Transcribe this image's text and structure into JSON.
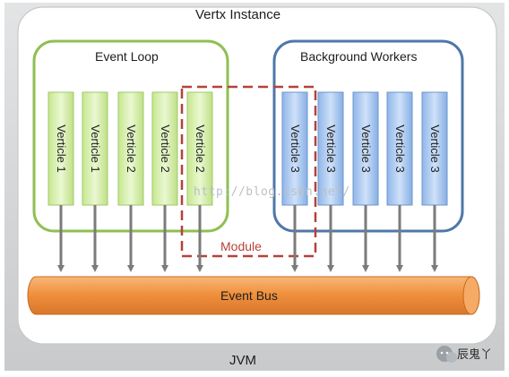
{
  "jvm_label": "JVM",
  "instance_label": "Vertx Instance",
  "event_loop_label": "Event Loop",
  "workers_label": "Background Workers",
  "module_label": "Module",
  "bus_label": "Event Bus",
  "watermark": "http://blog.csdn.net/",
  "badge_text": "辰鬼丫",
  "event_loop_verticles": [
    "Verticle 1",
    "Verticle 1",
    "Verticle 2",
    "Verticle 2",
    "Verticle 2"
  ],
  "worker_verticles": [
    "Verticle 3",
    "Verticle 3",
    "Verticle 3",
    "Verticle 3",
    "Verticle 3"
  ],
  "colors": {
    "jvm_bg": "#d4d5d6",
    "event_loop_border": "#8fbf52",
    "event_loop_bar": "#d9f0b4",
    "workers_border": "#4f77a8",
    "worker_bar": "#a9c8ef",
    "module_border": "#b5413a",
    "bus": "#f39a4a",
    "arrow": "#7b7b7b"
  }
}
